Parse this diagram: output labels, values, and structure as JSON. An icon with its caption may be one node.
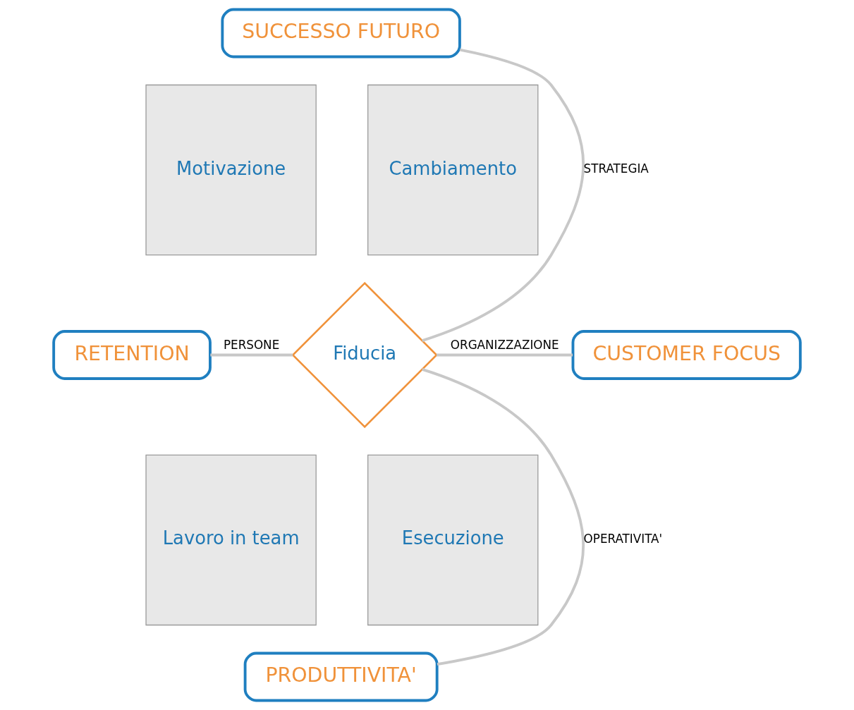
{
  "diagram": {
    "nodes": [
      {
        "text": [
          "SUCCESSO FUTURO"
        ]
      },
      {
        "text": [
          "Motivazione"
        ]
      },
      {
        "text": [
          "Cambiamento"
        ]
      },
      {
        "text": [
          "RETENTION"
        ]
      },
      {
        "text": [
          "Fiducia"
        ]
      },
      {
        "text": [
          "CUSTOMER FOCUS"
        ]
      },
      {
        "text": [
          "Lavoro in team"
        ]
      },
      {
        "text": [
          "Esecuzione"
        ]
      },
      {
        "text": [
          "PRODUTTIVITA'"
        ]
      }
    ],
    "edges": [
      {
        "from": 4,
        "to": 0,
        "arrow": "none",
        "label": "STRATEGIA"
      },
      {
        "from": 4,
        "to": 3,
        "arrow": "none",
        "label": "PERSONE"
      },
      {
        "from": 4,
        "to": 5,
        "arrow": "none",
        "label": "ORGANIZZAZIONE"
      },
      {
        "from": 4,
        "to": 8,
        "arrow": "none",
        "label": "OPERATIVITA'"
      }
    ]
  }
}
